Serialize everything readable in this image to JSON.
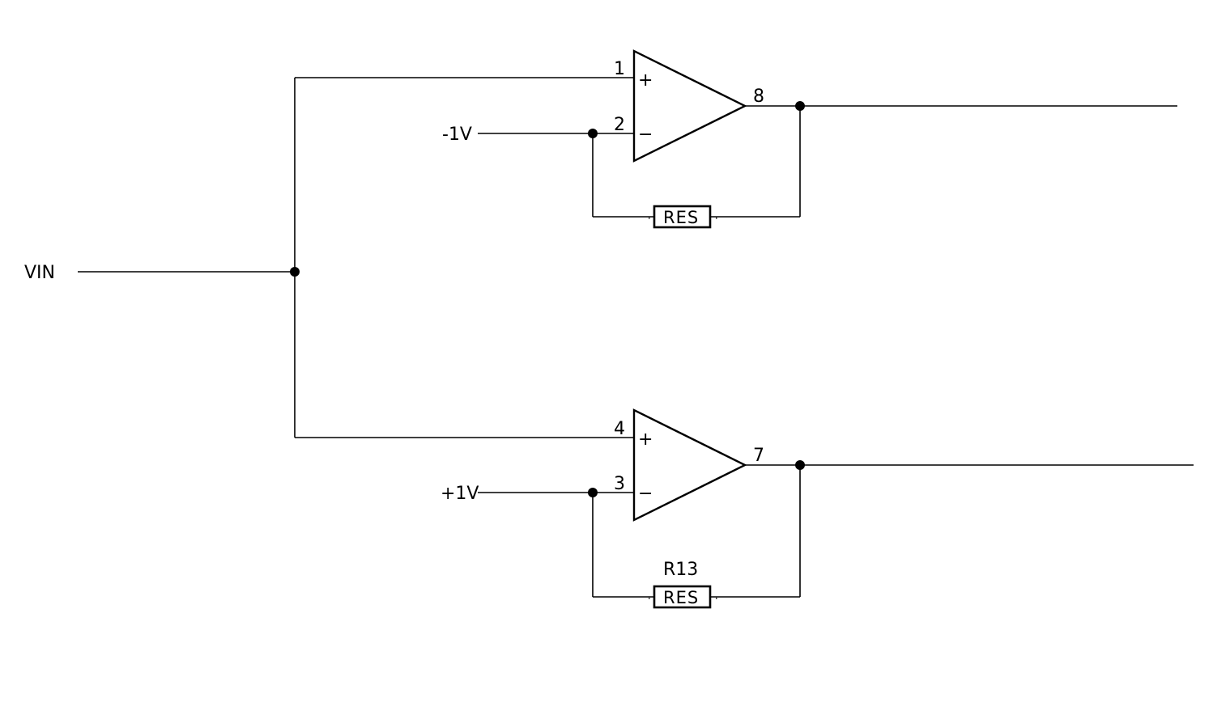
{
  "nets": {
    "input": "VIN",
    "ref_top": "-1V",
    "ref_bottom": "+1V"
  },
  "opamp_top": {
    "pin_noninv": "1",
    "pin_inv": "2",
    "pin_out": "8",
    "sign_plus": "+",
    "sign_minus": "−"
  },
  "opamp_bottom": {
    "pin_noninv": "4",
    "pin_inv": "3",
    "pin_out": "7",
    "sign_plus": "+",
    "sign_minus": "−"
  },
  "resistor_top": {
    "value": "RES"
  },
  "resistor_bottom": {
    "designator": "R13",
    "value": "RES"
  }
}
